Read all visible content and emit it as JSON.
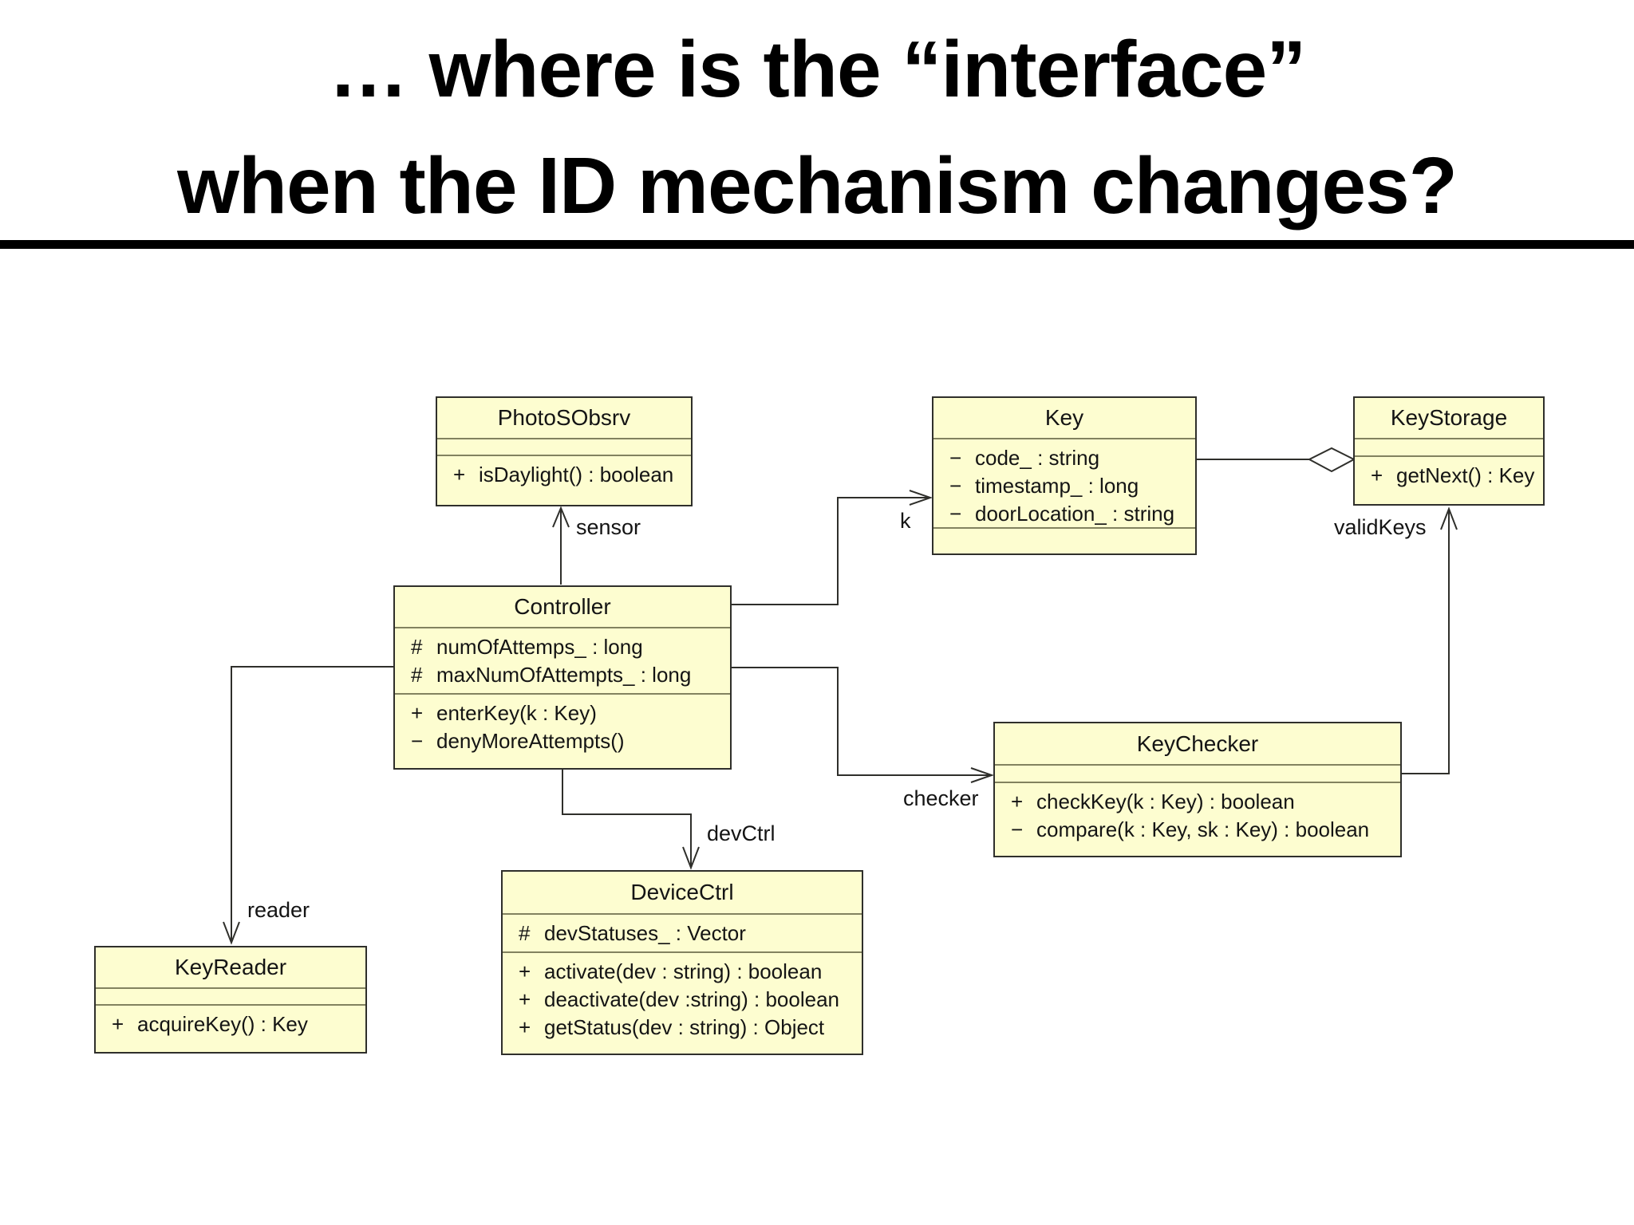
{
  "slide": {
    "title_line1": "… where is the “interface”",
    "title_line2": "when the ID mechanism changes?"
  },
  "diagram": {
    "classes": [
      {
        "name": "PhotoSObsrv",
        "attributes": [],
        "operations": [
          {
            "v": "+",
            "t": "isDaylight() : boolean"
          }
        ]
      },
      {
        "name": "Key",
        "attributes": [
          {
            "v": "−",
            "t": "code_ : string"
          },
          {
            "v": "−",
            "t": "timestamp_ : long"
          },
          {
            "v": "−",
            "t": "doorLocation_ : string"
          }
        ],
        "operations": []
      },
      {
        "name": "KeyStorage",
        "attributes": [],
        "operations": [
          {
            "v": "+",
            "t": "getNext() : Key"
          }
        ]
      },
      {
        "name": "Controller",
        "attributes": [
          {
            "v": "#",
            "t": "numOfAttemps_ : long"
          },
          {
            "v": "#",
            "t": "maxNumOfAttempts_ : long"
          }
        ],
        "operations": [
          {
            "v": "+",
            "t": "enterKey(k : Key)"
          },
          {
            "v": "−",
            "t": "denyMoreAttempts()"
          }
        ]
      },
      {
        "name": "KeyChecker",
        "attributes": [],
        "operations": [
          {
            "v": "+",
            "t": "checkKey(k : Key) : boolean"
          },
          {
            "v": "−",
            "t": "compare(k : Key, sk : Key) : boolean"
          }
        ]
      },
      {
        "name": "DeviceCtrl",
        "attributes": [
          {
            "v": "#",
            "t": "devStatuses_ : Vector"
          }
        ],
        "operations": [
          {
            "v": "+",
            "t": "activate(dev : string) : boolean"
          },
          {
            "v": "+",
            "t": "deactivate(dev :string) : boolean"
          },
          {
            "v": "+",
            "t": "getStatus(dev : string) : Object"
          }
        ]
      },
      {
        "name": "KeyReader",
        "attributes": [],
        "operations": [
          {
            "v": "+",
            "t": "acquireKey() : Key"
          }
        ]
      }
    ],
    "edges": [
      {
        "label": "sensor",
        "from": "Controller",
        "to": "PhotoSObsrv",
        "type": "association-arrow"
      },
      {
        "label": "k",
        "from": "Controller",
        "to": "Key",
        "type": "association-arrow"
      },
      {
        "label": "checker",
        "from": "Controller",
        "to": "KeyChecker",
        "type": "association-arrow"
      },
      {
        "label": "validKeys",
        "from": "KeyChecker",
        "to": "KeyStorage",
        "type": "association-arrow"
      },
      {
        "label": "devCtrl",
        "from": "Controller",
        "to": "DeviceCtrl",
        "type": "association-arrow"
      },
      {
        "label": "reader",
        "from": "Controller",
        "to": "KeyReader",
        "type": "association-arrow"
      },
      {
        "label": "",
        "from": "Key",
        "to": "KeyStorage",
        "type": "aggregation"
      }
    ]
  },
  "colors": {
    "background": "#FFFFFF",
    "class_fill": "#FDFDD0",
    "class_border": "#2F2F2B",
    "compartment_divider": "#82825F",
    "connector_line": "#2F2F2B",
    "text": "#141414",
    "title_text": "#000000"
  }
}
